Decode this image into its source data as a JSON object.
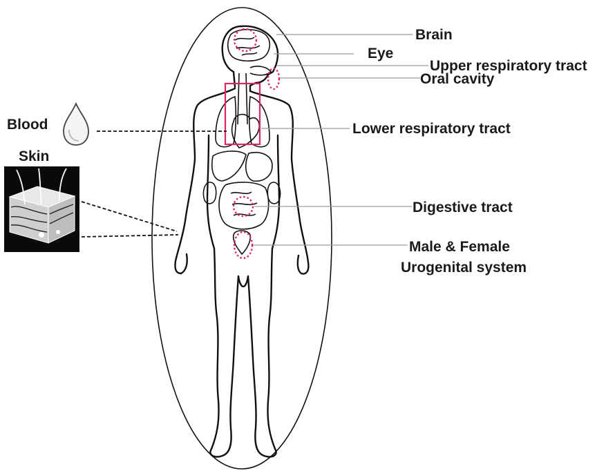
{
  "labels": {
    "brain": "Brain",
    "eye": "Eye",
    "upper_respiratory": "Upper respiratory tract",
    "oral_cavity": "Oral cavity",
    "lower_respiratory": "Lower respiratory tract",
    "digestive": "Digestive tract",
    "urogenital_line1": "Male & Female",
    "urogenital_line2": "Urogenital system",
    "blood": "Blood",
    "skin": "Skin"
  },
  "colors": {
    "highlight": "#e0245e",
    "outline": "#111111",
    "leader_line": "#9a9a9a",
    "skin_panel": "#0a0a0a"
  },
  "icons": {
    "blood": "blood-drop-icon",
    "skin": "skin-cross-section-icon"
  }
}
